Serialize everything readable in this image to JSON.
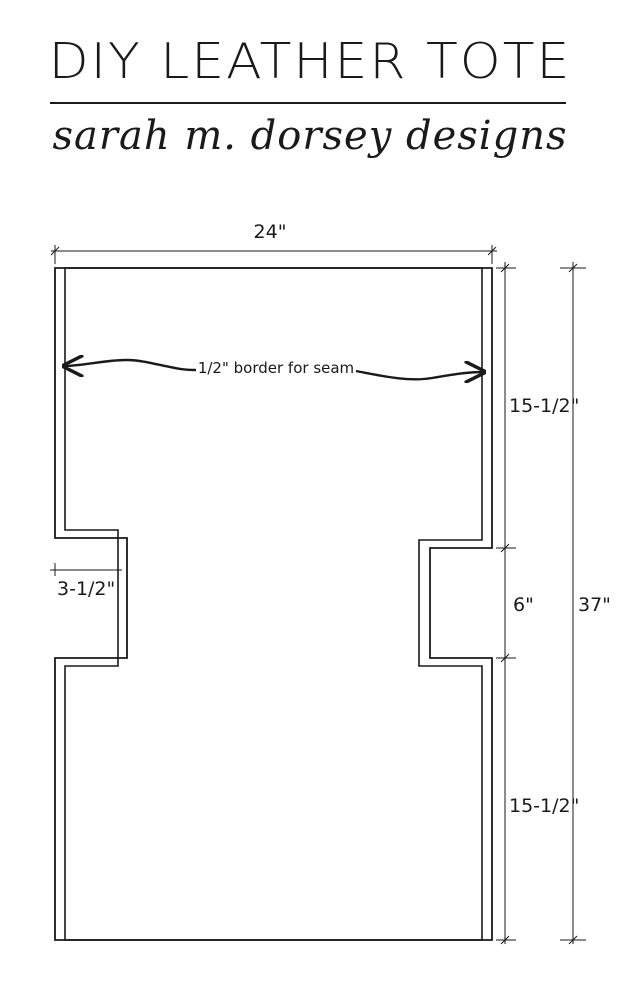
{
  "header": {
    "title": "DIY LEATHER TOTE",
    "subtitle": "sarah m. dorsey designs"
  },
  "pattern": {
    "dimensions": {
      "width": "24\"",
      "top_section": "15-1/2\"",
      "middle_section": "6\"",
      "bottom_section": "15-1/2\"",
      "total_height": "37\"",
      "notch_depth": "3-1/2\""
    },
    "annotations": {
      "seam_note": "1/2\" border for seam"
    }
  },
  "colors": {
    "ink": "#1a1a1a",
    "background": "#ffffff"
  }
}
